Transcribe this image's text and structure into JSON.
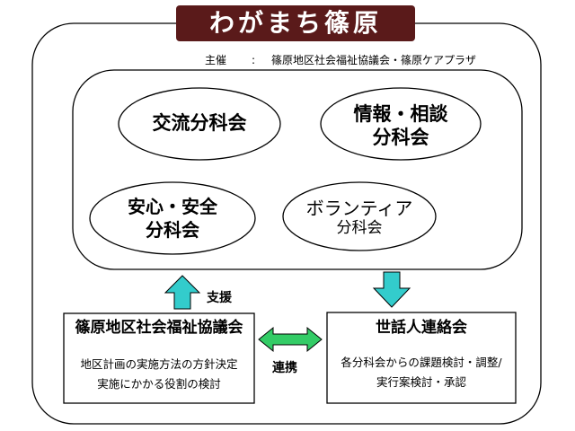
{
  "title": "わがまち篠原",
  "organizer": {
    "label": "主催",
    "separator": ":",
    "value": "篠原地区社会福祉協議会・篠原ケアプラザ"
  },
  "subcommittees": [
    {
      "line1": "交流分科会",
      "line2": ""
    },
    {
      "line1": "情報・相談",
      "line2": "分科会"
    },
    {
      "line1": "安心・安全",
      "line2": "分科会"
    },
    {
      "line1": "ボランティア",
      "line2": "分科会"
    }
  ],
  "support_label": "支援",
  "cooperation_label": "連携",
  "council_box": {
    "title": "篠原地区社会福祉協議会",
    "desc1": "地区計画の実施方法の方針決定",
    "desc2": "実施にかかる役割の検討"
  },
  "caretaker_box": {
    "title": "世話人連絡会",
    "desc1": "各分科会からの課題検討・調整/",
    "desc2": "実行案検討・承認"
  },
  "colors": {
    "title_bg": "#5a1a1a",
    "support_arrow": "#33cccc",
    "cooperation_arrow": "#33cc66",
    "line": "#000000"
  }
}
